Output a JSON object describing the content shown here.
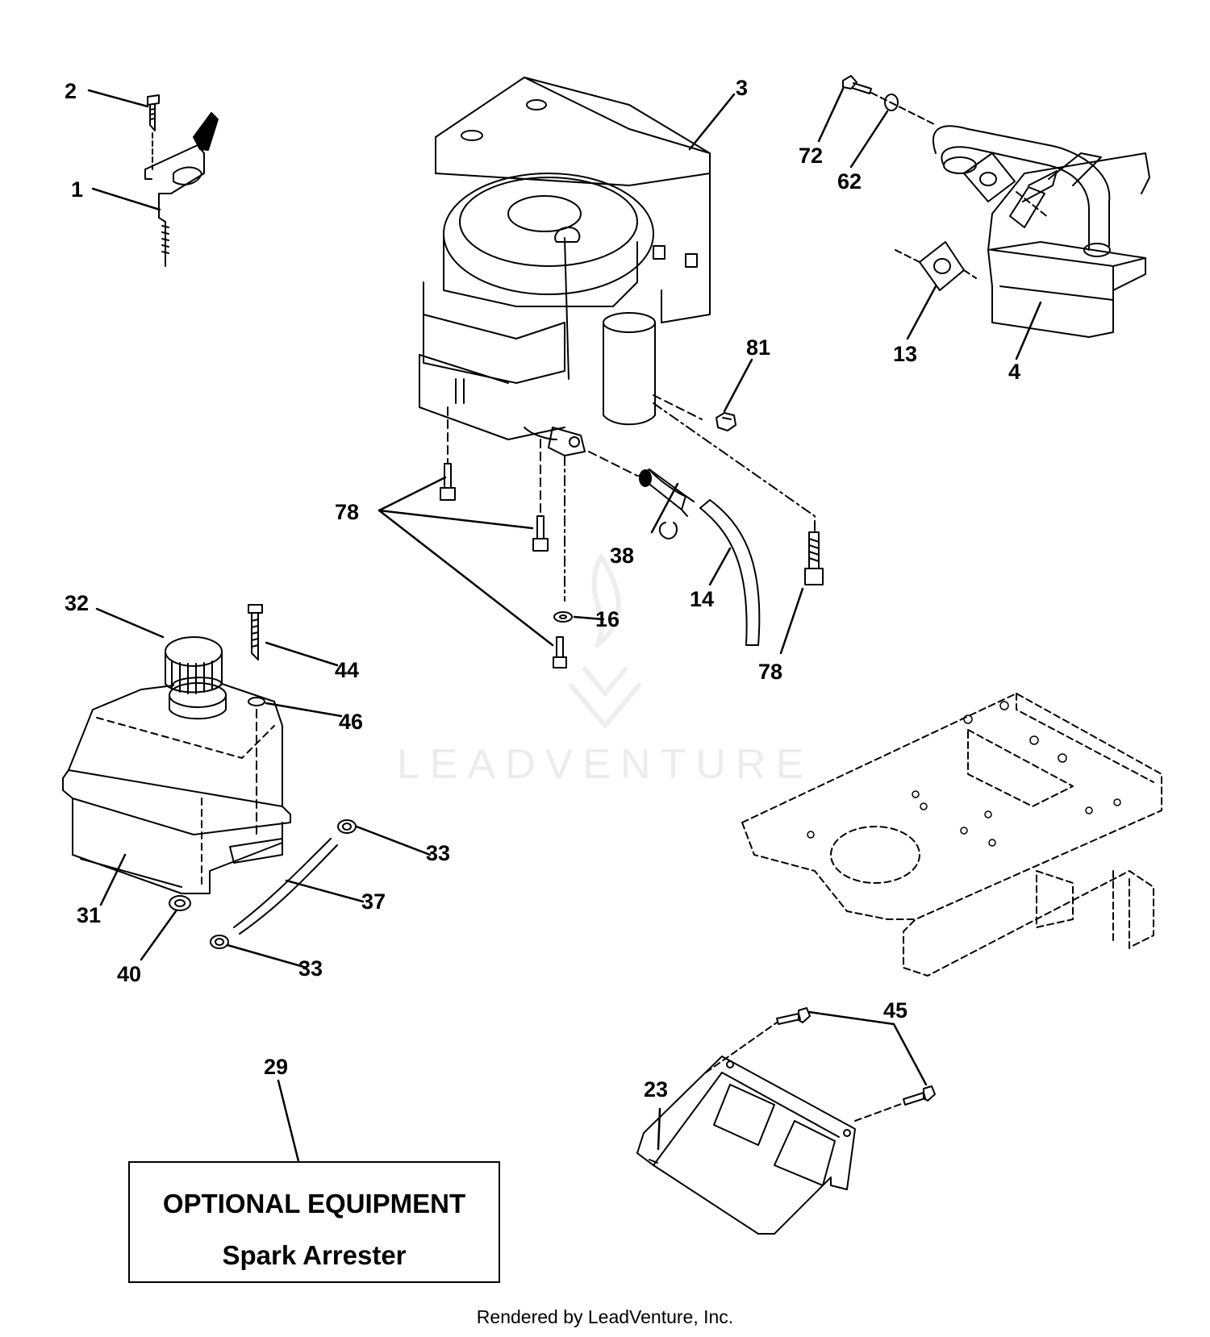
{
  "callouts": [
    {
      "id": "c2",
      "text": "2"
    },
    {
      "id": "c1",
      "text": "1"
    },
    {
      "id": "c3",
      "text": "3"
    },
    {
      "id": "c72",
      "text": "72"
    },
    {
      "id": "c62",
      "text": "62"
    },
    {
      "id": "c13",
      "text": "13"
    },
    {
      "id": "c4",
      "text": "4"
    },
    {
      "id": "c81",
      "text": "81"
    },
    {
      "id": "c78a",
      "text": "78"
    },
    {
      "id": "c38",
      "text": "38"
    },
    {
      "id": "c14",
      "text": "14"
    },
    {
      "id": "c16",
      "text": "16"
    },
    {
      "id": "c78b",
      "text": "78"
    },
    {
      "id": "c32",
      "text": "32"
    },
    {
      "id": "c44",
      "text": "44"
    },
    {
      "id": "c46",
      "text": "46"
    },
    {
      "id": "c33a",
      "text": "33"
    },
    {
      "id": "c37",
      "text": "37"
    },
    {
      "id": "c31",
      "text": "31"
    },
    {
      "id": "c40",
      "text": "40"
    },
    {
      "id": "c33b",
      "text": "33"
    },
    {
      "id": "c45",
      "text": "45"
    },
    {
      "id": "c23",
      "text": "23"
    },
    {
      "id": "c29",
      "text": "29"
    }
  ],
  "optional_box": {
    "title": "OPTIONAL EQUIPMENT",
    "subtitle": "Spark Arrester"
  },
  "watermark": "LEADVENTURE",
  "footer": "Rendered by LeadVenture, Inc."
}
